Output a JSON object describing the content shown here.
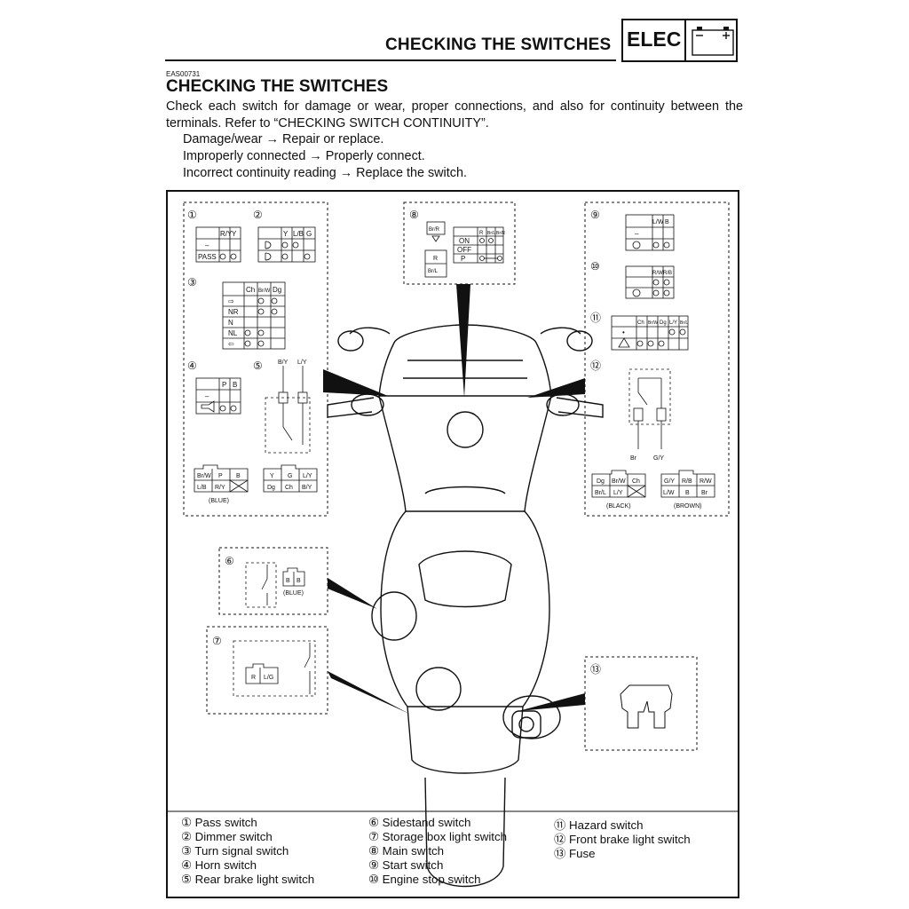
{
  "header": {
    "title": "CHECKING THE SWITCHES",
    "badge": "ELEC"
  },
  "doc_code": "EAS00731",
  "section_title": "CHECKING THE SWITCHES",
  "intro_text": "Check each switch for damage or wear, proper connections, and also for continuity between the terminals. Refer to “CHECKING SWITCH CONTINUITY”.",
  "steps": [
    "Damage/wear → Repair or replace.",
    "Improperly connected → Properly connect.",
    "Incorrect continuity reading → Replace the switch."
  ],
  "figure": {
    "callouts": [
      "①",
      "②",
      "③",
      "④",
      "⑤",
      "⑥",
      "⑦",
      "⑧",
      "⑨",
      "⑩",
      "⑪",
      "⑫",
      "⑬"
    ],
    "sw1": {
      "cols": [
        "R/Y",
        "Y"
      ],
      "row1": "–",
      "row2": "PASS"
    },
    "sw2": {
      "cols": [
        "Y",
        "L/B",
        "G"
      ]
    },
    "sw3": {
      "cols": [
        "Ch",
        "Br/W",
        "Dg"
      ],
      "rows": [
        "⇨",
        "NR",
        "N",
        "NL",
        "⇦"
      ]
    },
    "sw4": {
      "cols": [
        "P",
        "B"
      ],
      "row1": "–"
    },
    "sw5": {
      "wires": [
        "B/Y",
        "L/Y"
      ]
    },
    "conn_left_a": {
      "top": [
        "Br/W",
        "P",
        "B"
      ],
      "bottom": [
        "L/B",
        "R/Y",
        ""
      ],
      "label": "(BLUE)"
    },
    "conn_left_b": {
      "top": [
        "Y",
        "G",
        "L/Y"
      ],
      "bottom": [
        "Dg",
        "Ch",
        "B/Y"
      ]
    },
    "sw6": {
      "pins": [
        "B",
        "B"
      ],
      "label": "(BLUE)"
    },
    "sw7": {
      "pins": [
        "R",
        "L/G"
      ]
    },
    "sw8": {
      "plug_top": "Br/R",
      "pins": [
        "R",
        "Br/L"
      ],
      "cols": [
        "R",
        "Br/L",
        "Br/R"
      ],
      "rows": [
        "ON",
        "OFF",
        "P"
      ]
    },
    "sw9": {
      "cols": [
        "L/W",
        "B"
      ],
      "row1": "–"
    },
    "sw10": {
      "cols": [
        "R/W",
        "R/B"
      ]
    },
    "sw11": {
      "cols": [
        "Ch",
        "Br/W",
        "Dg",
        "L/Y",
        "Br/L"
      ],
      "row1": "•"
    },
    "sw12": {
      "wires": [
        "Br",
        "G/Y"
      ]
    },
    "conn_right_a": {
      "top": [
        "Dg",
        "Br/W",
        "Ch"
      ],
      "bottom": [
        "Br/L",
        "L/Y",
        ""
      ],
      "label": "(BLACK)"
    },
    "conn_right_b": {
      "top": [
        "G/Y",
        "R/B",
        "R/W"
      ],
      "bottom": [
        "L/W",
        "B",
        "Br"
      ],
      "label": "(BROWN)"
    }
  },
  "legend": [
    "① Pass switch",
    "② Dimmer switch",
    "③ Turn signal switch",
    "④ Horn switch",
    "⑤ Rear brake light switch",
    "⑥ Sidestand switch",
    "⑦ Storage box light switch",
    "⑧ Main switch",
    "⑨ Start switch",
    "⑩ Engine stop switch",
    "⑪ Hazard switch",
    "⑫ Front brake light switch",
    "⑬ Fuse"
  ]
}
